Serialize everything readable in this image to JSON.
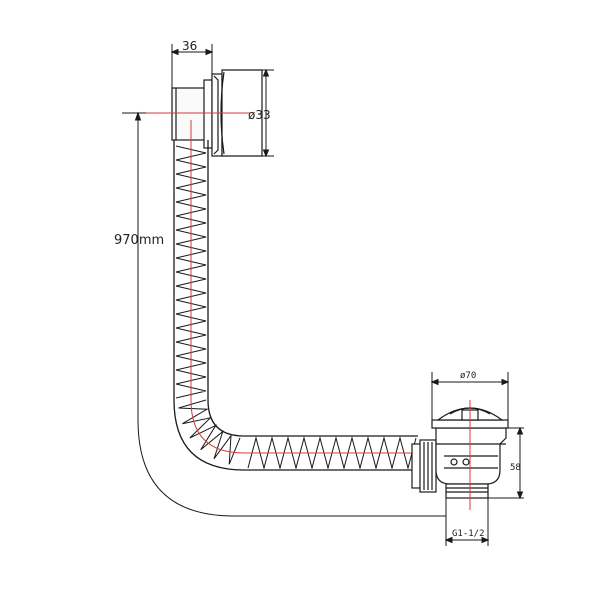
{
  "dimensions": {
    "overflow_width": "36",
    "overflow_diameter": "ø33",
    "total_length": "970mm",
    "waste_diameter": "ø70",
    "waste_height": "58",
    "thread": "G1-1/2"
  },
  "colors": {
    "line": "#1a1a1a",
    "centerline": "#d43b3b",
    "background": "#ffffff"
  }
}
